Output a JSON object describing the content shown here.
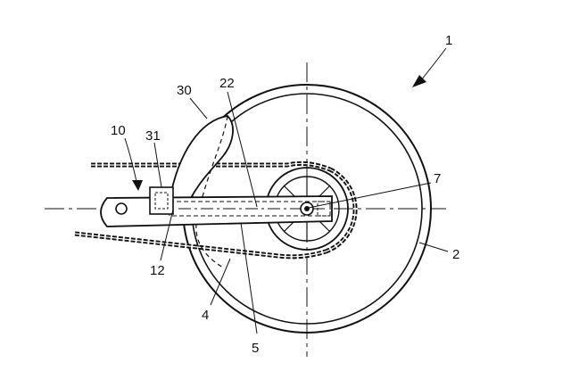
{
  "figure": {
    "reference_numerals": {
      "device": "1",
      "wheel": "2",
      "chain_stay": "4",
      "arm": "5",
      "hub_axle": "7",
      "drop_end": "10",
      "pivot": "12",
      "arm_slot": "22",
      "chain_guard": "30",
      "guard_clamp": "31"
    }
  }
}
